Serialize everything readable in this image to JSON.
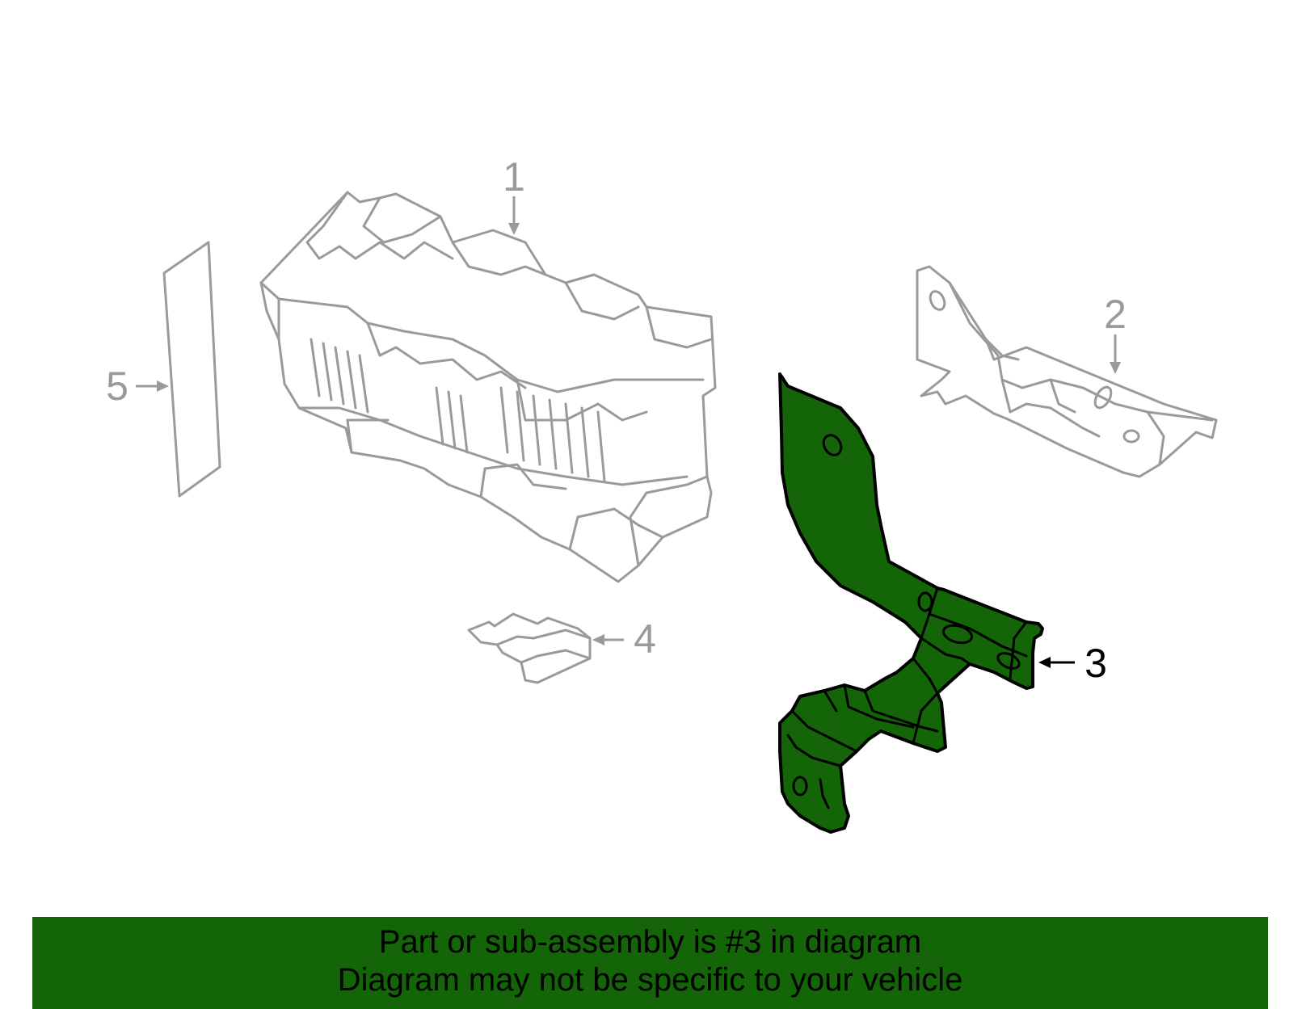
{
  "diagram": {
    "callouts": [
      {
        "id": "1",
        "label": "1",
        "highlighted": false
      },
      {
        "id": "2",
        "label": "2",
        "highlighted": false
      },
      {
        "id": "3",
        "label": "3",
        "highlighted": true
      },
      {
        "id": "4",
        "label": "4",
        "highlighted": false
      },
      {
        "id": "5",
        "label": "5",
        "highlighted": false
      }
    ],
    "colors": {
      "highlight_fill": "#136507",
      "outline_gray": "#9a9a9a",
      "highlight_outline": "#000000",
      "banner_bg": "#136507"
    }
  },
  "banner": {
    "line1": "Part or sub-assembly is #3 in diagram",
    "line2": "Diagram may not be specific to your vehicle"
  }
}
